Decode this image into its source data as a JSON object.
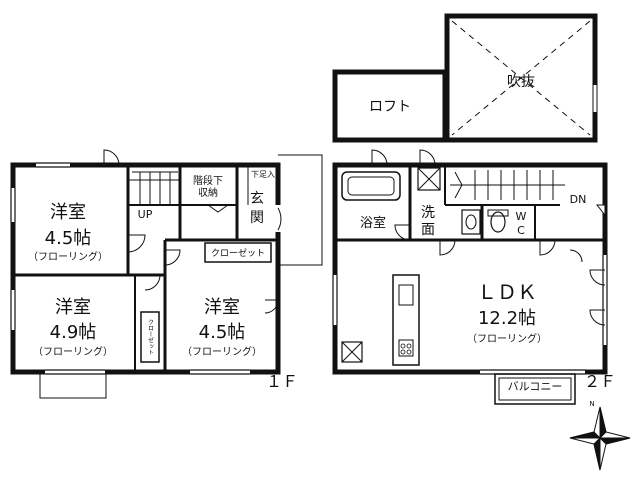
{
  "floor1": {
    "room_a": {
      "name": "洋室",
      "size": "4.5帖",
      "floor": "（フローリング）"
    },
    "room_b": {
      "name": "洋室",
      "size": "4.9帖",
      "floor": "（フローリング）"
    },
    "room_c": {
      "name": "洋室",
      "size": "4.5帖",
      "floor": "（フローリング）"
    },
    "stair_storage": [
      "階段下",
      "収納"
    ],
    "up": "UP",
    "entrance": [
      "玄",
      "関"
    ],
    "shoe_storage": "下足入",
    "closet_hall": "クローゼット",
    "closet_small": "クローゼット",
    "floor_label": "１Ｆ"
  },
  "floor2": {
    "loft": "ロフト",
    "void": "吹抜",
    "bath": "浴室",
    "washroom": [
      "洗",
      "面"
    ],
    "wc": [
      "W",
      "C"
    ],
    "dn": "DN",
    "ldk": {
      "name": "ＬＤＫ",
      "size": "12.2帖",
      "floor": "（フローリング）"
    },
    "balcony": "バルコニー",
    "floor_label": "２Ｆ"
  },
  "compass": {
    "north": "N"
  }
}
